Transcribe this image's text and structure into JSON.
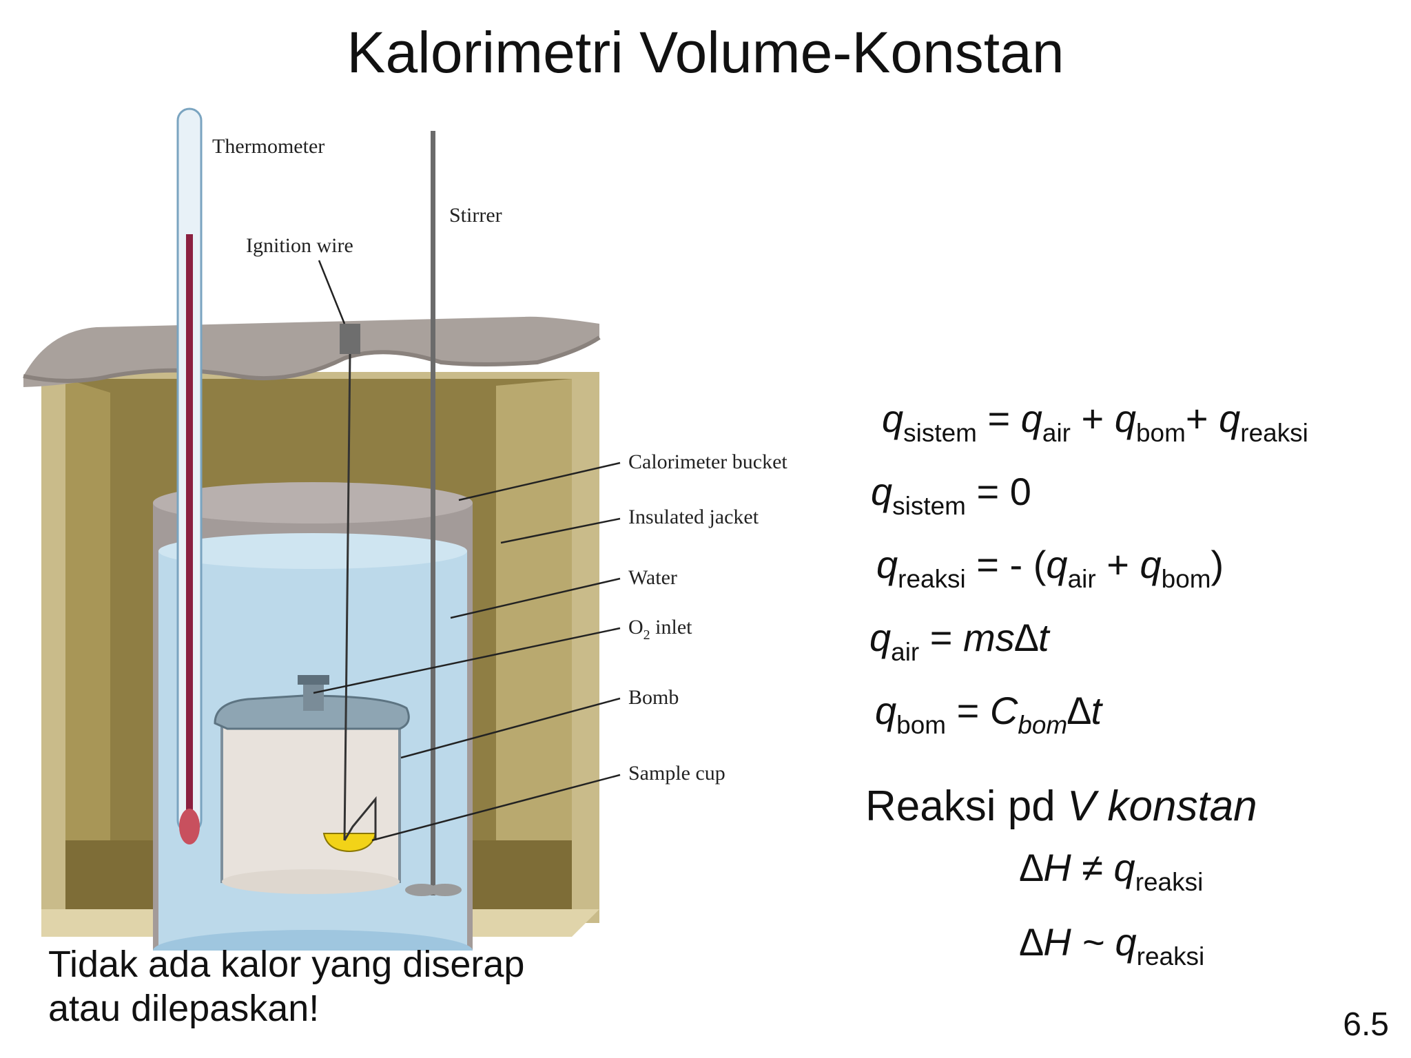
{
  "title": "Kalorimetri Volume-Konstan",
  "diagram": {
    "labels": {
      "thermometer": "Thermometer",
      "stirrer": "Stirrer",
      "ignition_wire": "Ignition wire",
      "calorimeter_bucket": "Calorimeter bucket",
      "insulated_jacket": "Insulated jacket",
      "water": "Water",
      "o2_inlet_prefix": "O",
      "o2_inlet_sub": "2",
      "o2_inlet_suffix": " inlet",
      "bomb": "Bomb",
      "sample_cup": "Sample cup"
    },
    "colors": {
      "jacket_lid": "#a9a19c",
      "jacket_wall": "#c9bb8a",
      "jacket_inner": "#8f7e44",
      "water": "#bcd9ea",
      "bucket_rim": "#a39b99",
      "mercury": "#8b2040",
      "sample_cup": "#f2d318"
    }
  },
  "equations": {
    "eq1": {
      "lhs": "q",
      "lhs_sub": "sistem",
      "op": " = ",
      "t1": "q",
      "t1_sub": "air",
      "plus1": " + ",
      "t2": "q",
      "t2_sub": "bom",
      "plus2": "+ ",
      "t3": "q",
      "t3_sub": "reaksi"
    },
    "eq2": {
      "lhs": "q",
      "lhs_sub": "sistem",
      "rhs": " = 0"
    },
    "eq3": {
      "lhs": "q",
      "lhs_sub": "reaksi",
      "op": " = - (",
      "t1": "q",
      "t1_sub": "air",
      "plus": " + ",
      "t2": "q",
      "t2_sub": "bom",
      "close": ")"
    },
    "eq4": {
      "lhs": "q",
      "lhs_sub": "air",
      "op": " = ",
      "rhs": "ms∆t"
    },
    "eq5": {
      "lhs": "q",
      "lhs_sub": "bom",
      "op": " = ",
      "c": "C",
      "c_sub": "bom",
      "rhs": "∆t"
    }
  },
  "reaction": {
    "heading_plain": "Reaksi pd ",
    "heading_italic": "V konstan",
    "line1_lhs": "∆H ≠ q",
    "line1_sub": "reaksi",
    "line2_lhs": "∆H ~ q",
    "line2_sub": "reaksi"
  },
  "caption": {
    "line1": "Tidak ada kalor yang diserap",
    "line2": "atau dilepaskan!"
  },
  "page_number": "6.5"
}
